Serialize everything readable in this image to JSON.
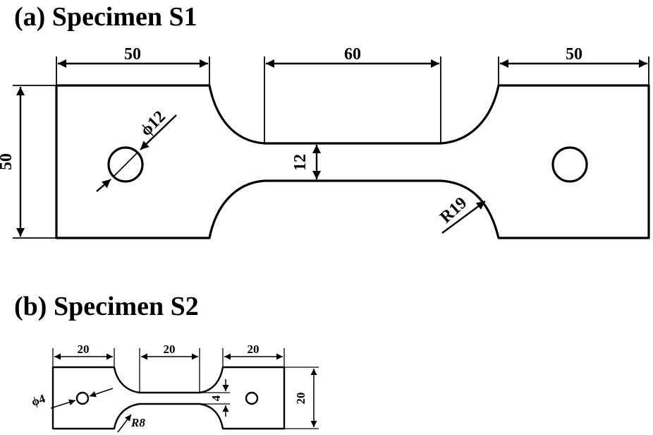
{
  "s1": {
    "title": "(a) Specimen S1",
    "dim_left_width": "50",
    "dim_center_length": "60",
    "dim_right_width": "50",
    "dim_height": "50",
    "dim_hole_diameter": "ϕ12",
    "dim_gauge_width": "12",
    "dim_fillet_radius": "R19"
  },
  "s2": {
    "title": "(b) Specimen S2",
    "dim_left_width": "20",
    "dim_center_length": "20",
    "dim_right_width": "20",
    "dim_height": "20",
    "dim_hole_diameter": "ϕ4",
    "dim_gauge_width": "4",
    "dim_fillet_radius": "R8"
  },
  "colors": {
    "line": "#000000",
    "background": "#ffffff"
  }
}
